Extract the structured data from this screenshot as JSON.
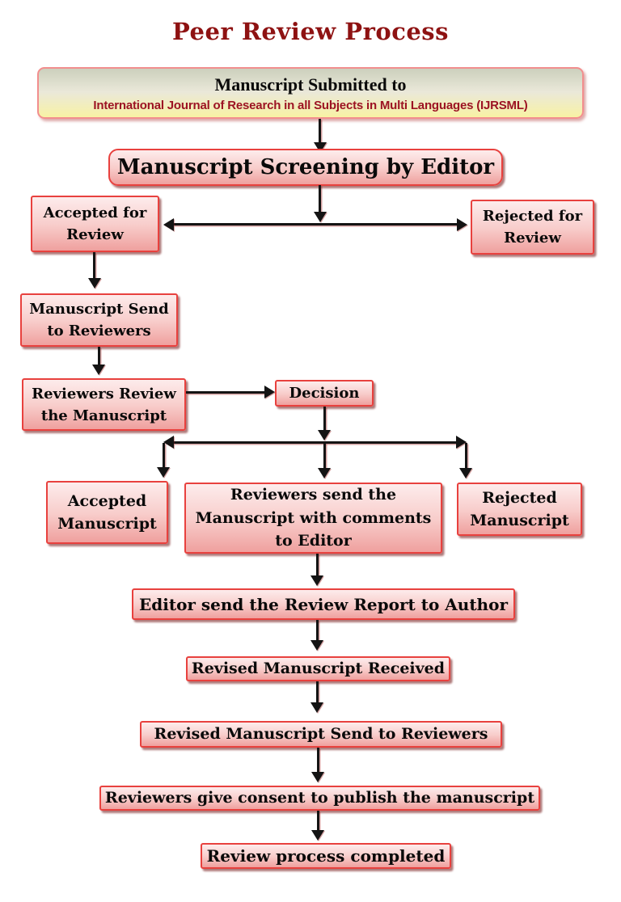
{
  "title": "Peer Review Process",
  "colors": {
    "line_color": "#141414",
    "accent_border": "#e8413e",
    "box_top": "#fdecec",
    "box_mid": "#f8cdcb",
    "box_bottom": "#efa09e",
    "title_color": "#8e1212",
    "journal_color": "#9c1323",
    "header_top": "#ccd0bd",
    "header_mid": "#eae8d9",
    "header_bottom": "#f8f2a4",
    "header_border": "#f28e8e"
  },
  "flow": {
    "submitted": {
      "line1": "Manuscript Submitted to",
      "line2": "International Journal of Research in all Subjects in Multi Languages (IJRSML)"
    },
    "screening": {
      "label": "Manuscript Screening by Editor"
    },
    "accepted_review": {
      "line1": "Accepted for",
      "line2": "Review"
    },
    "rejected_review": {
      "line1": "Rejected for",
      "line2": "Review"
    },
    "send_reviewers": {
      "line1": "Manuscript Send",
      "line2": "to Reviewers"
    },
    "reviewers_review": {
      "line1": "Reviewers Review",
      "line2": "the Manuscript"
    },
    "decision": {
      "label": "Decision"
    },
    "accepted_ms": {
      "line1": "Accepted",
      "line2": "Manuscript"
    },
    "reviewers_send": {
      "line1": "Reviewers send the",
      "line2": "Manuscript with comments",
      "line3": "to  Editor"
    },
    "rejected_ms": {
      "line1": "Rejected",
      "line2": "Manuscript"
    },
    "editor_report": {
      "label": "Editor send the Review Report to Author"
    },
    "revised_received": {
      "label": "Revised Manuscript Received"
    },
    "revised_send": {
      "label": "Revised Manuscript Send to Reviewers"
    },
    "consent": {
      "label": "Reviewers give consent to publish the manuscript"
    },
    "completed": {
      "label": "Review process completed"
    }
  }
}
